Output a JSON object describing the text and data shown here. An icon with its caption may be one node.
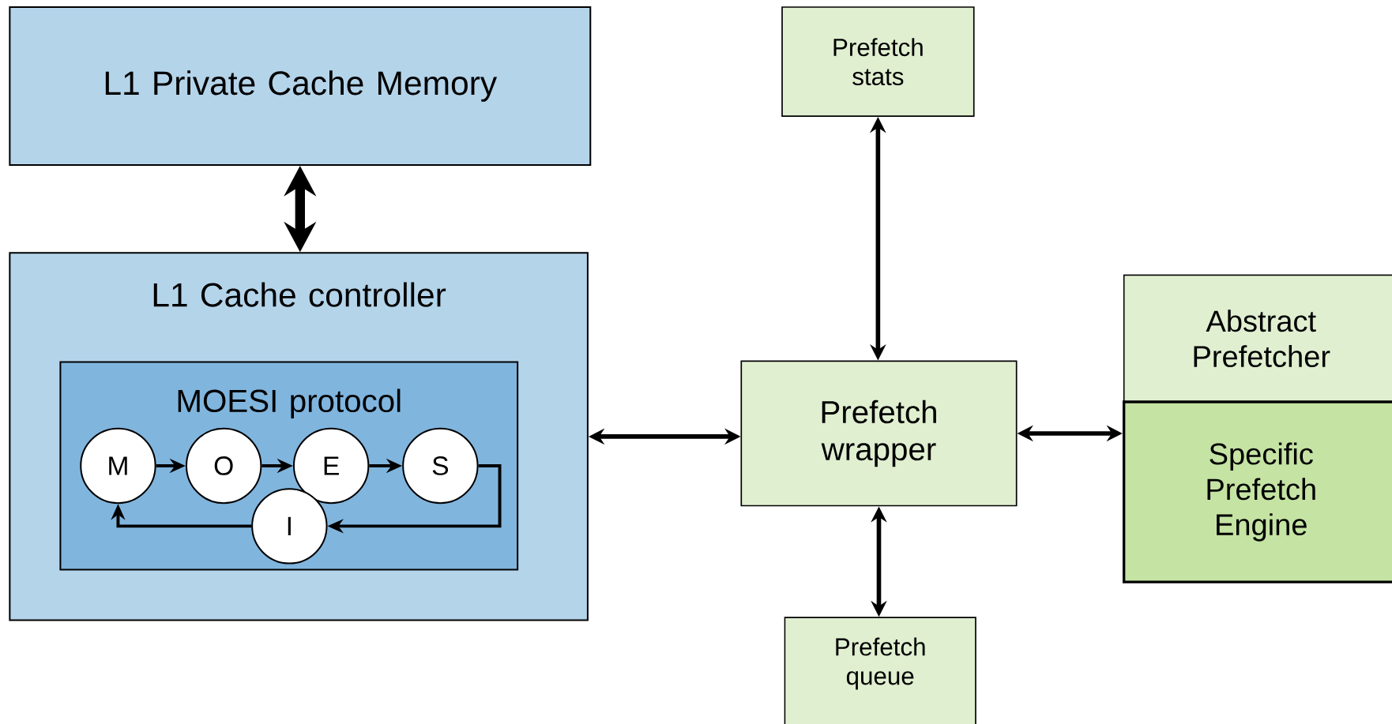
{
  "diagram": {
    "nodes": [
      {
        "text": [
          "L1 Private Cache Memory"
        ]
      },
      {
        "text": [
          "L1 Cache controller"
        ]
      },
      {
        "text": [
          "MOESI protocol"
        ],
        "in": 1
      },
      {
        "text": [
          "M"
        ],
        "in": 2
      },
      {
        "text": [
          "O"
        ],
        "in": 2
      },
      {
        "text": [
          "E"
        ],
        "in": 2
      },
      {
        "text": [
          "S"
        ],
        "in": 2
      },
      {
        "text": [
          "I"
        ],
        "in": 2
      },
      {
        "text": [
          "Prefetch stats"
        ]
      },
      {
        "text": [
          "Prefetch wrapper"
        ]
      },
      {
        "text": [
          "Prefetch queue"
        ]
      },
      {
        "text": [
          "Abstract Prefetcher"
        ]
      },
      {
        "text": [
          "Specific Prefetch Engine"
        ]
      }
    ],
    "edges": [
      {
        "from": 0,
        "to": 1,
        "arrow": "both",
        "style": "thick"
      },
      {
        "from": 1,
        "to": 9,
        "arrow": "both"
      },
      {
        "from": 8,
        "to": 9,
        "arrow": "both"
      },
      {
        "from": 9,
        "to": 10,
        "arrow": "both"
      },
      {
        "from": 9,
        "to": 12,
        "arrow": "both"
      },
      {
        "from": 3,
        "to": 4,
        "arrow": "to"
      },
      {
        "from": 4,
        "to": 5,
        "arrow": "to"
      },
      {
        "from": 5,
        "to": 6,
        "arrow": "to"
      },
      {
        "from": 6,
        "to": 7,
        "arrow": "to"
      },
      {
        "from": 7,
        "to": 3,
        "arrow": "to"
      }
    ]
  }
}
